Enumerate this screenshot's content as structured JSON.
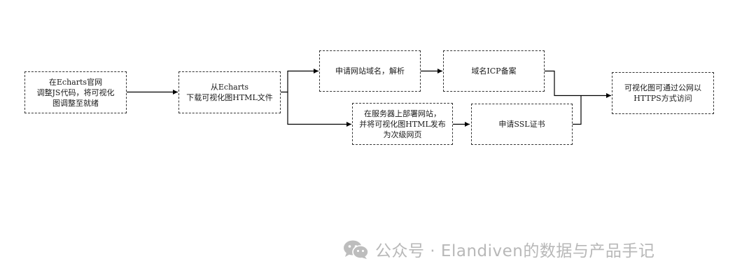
{
  "nodes": {
    "n1": {
      "text": "在Echarts官网\n调整JS代码，将可视化\n图调整至就绪"
    },
    "n2": {
      "text": "从Echarts\n下载可视化图HTML文件"
    },
    "n3": {
      "text": "申请网站域名，解析"
    },
    "n4": {
      "text": "域名ICP备案"
    },
    "n5": {
      "text": "在服务器上部署网站，\n并将可视化图HTML发布\n为次级网页"
    },
    "n6": {
      "text": "申请SSL证书"
    },
    "n7": {
      "text": "可视化图可通过公网以\nHTTPS方式访问"
    }
  },
  "watermark": {
    "icon": "wechat-icon",
    "text": "公众号 · Elandiven的数据与产品手记"
  }
}
